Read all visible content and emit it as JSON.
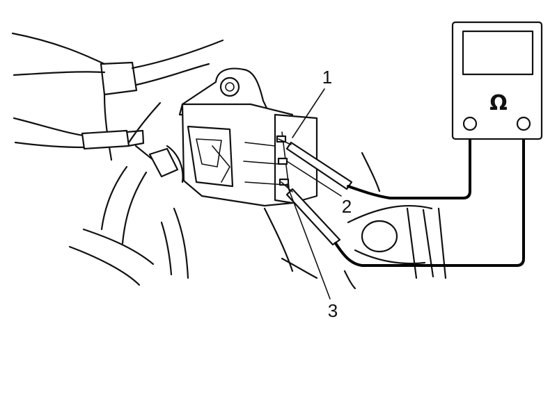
{
  "meter": {
    "unit_symbol": "Ω",
    "icon": "ohmmeter-icon"
  },
  "callouts": [
    {
      "label": "1"
    },
    {
      "label": "2"
    },
    {
      "label": "3"
    }
  ]
}
